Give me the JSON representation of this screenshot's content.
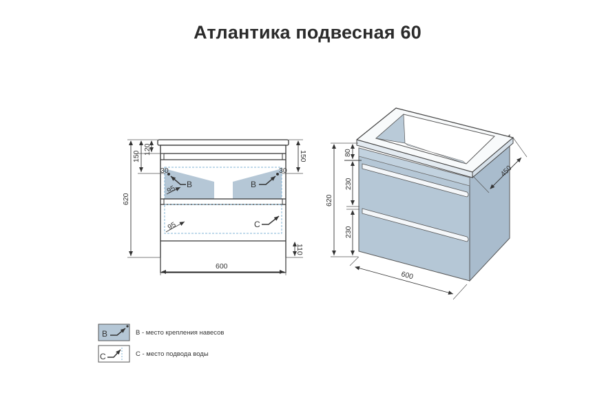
{
  "title": "Атлантика подвесная 60",
  "front_view": {
    "dimensions": {
      "total_height": "620",
      "top_offset_150_left": "150",
      "top_offset_120": "120",
      "top_offset_150_right": "150",
      "bottom_110": "110",
      "width": "600",
      "corner_left": "30",
      "corner_right": "30",
      "diag_upper": "95",
      "diag_lower": "95"
    },
    "markers": {
      "b_left": "B",
      "b_right": "B",
      "c": "C"
    }
  },
  "iso_view": {
    "dimensions": {
      "total_height": "620",
      "top_80": "80",
      "drawer_upper": "230",
      "drawer_lower": "230",
      "depth": "450",
      "width": "600"
    }
  },
  "legend": [
    {
      "symbol": "B",
      "text": "B - место крепления навесов"
    },
    {
      "symbol": "C",
      "text": "C - место подвода воды"
    }
  ],
  "colors": {
    "panel_fill": "#b5c7d6",
    "side_fill": "#a9bccd",
    "line": "#333333",
    "dashed": "#7fb3d6"
  }
}
